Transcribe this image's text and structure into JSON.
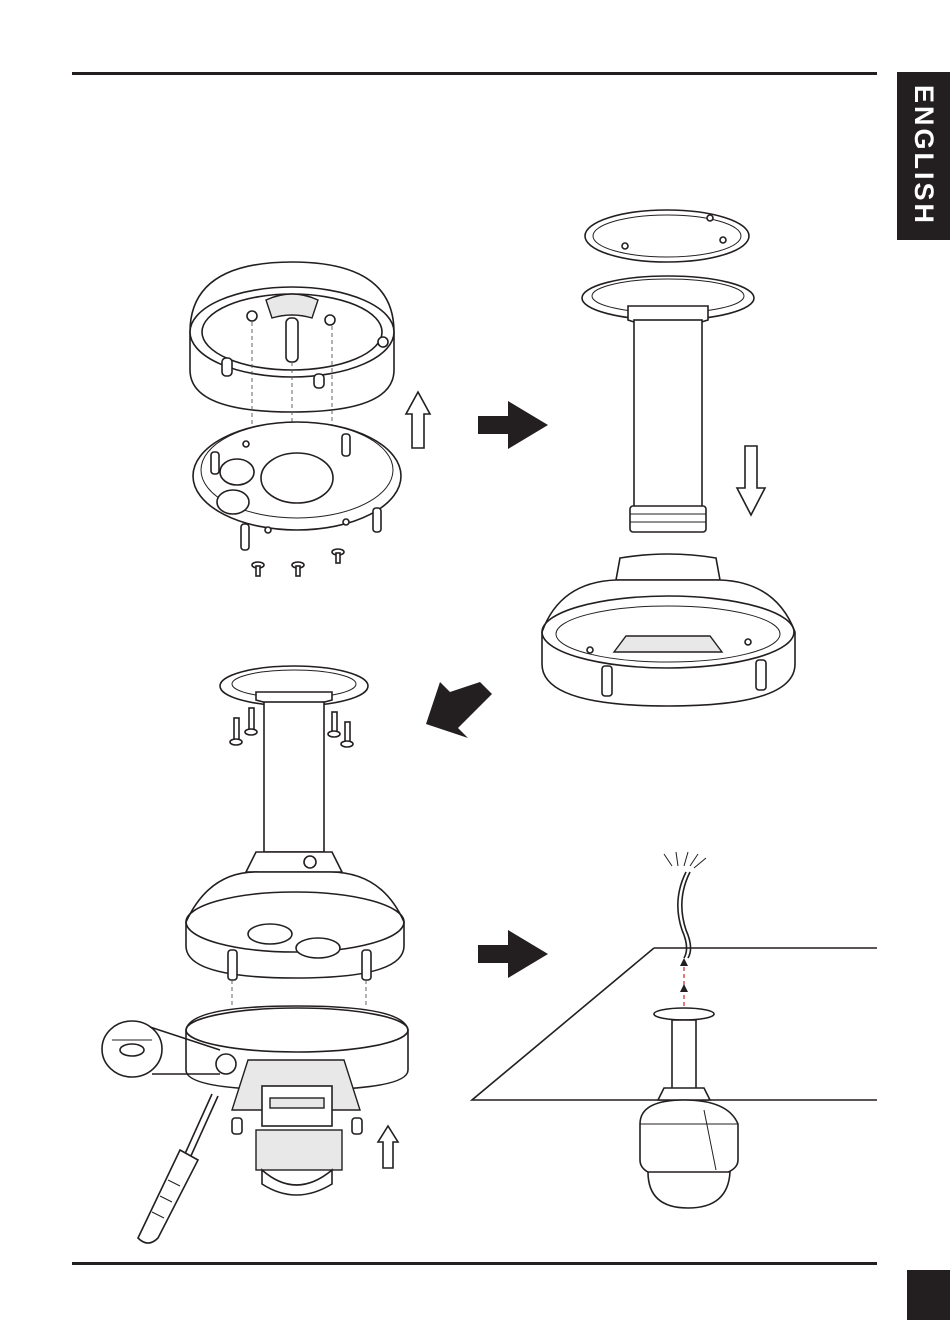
{
  "header": {
    "language_tab": "ENGLISH"
  },
  "colors": {
    "ink": "#231f20",
    "paper": "#ffffff",
    "cable_guide": "#d2232a"
  },
  "steps": [
    {
      "id": "remove-dome-cover"
    },
    {
      "id": "attach-pendant-mount"
    },
    {
      "id": "fasten-camera-to-mount"
    },
    {
      "id": "route-cable-through-ceiling"
    }
  ]
}
